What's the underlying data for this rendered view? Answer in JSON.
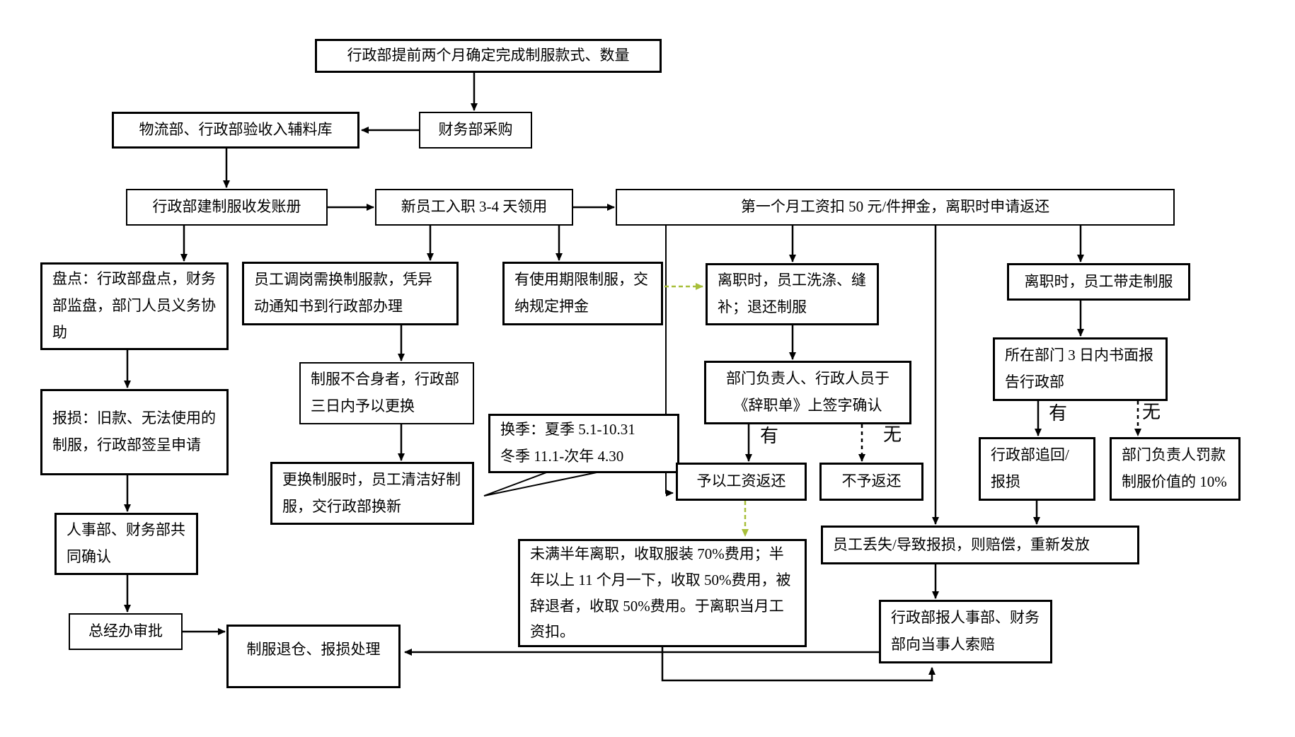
{
  "diagram": {
    "title_hint": "制服管理流程图",
    "colors": {
      "line": "#000000",
      "accent_dashed_arrow": "#a8bf3a",
      "box_border": "#000000",
      "background": "#ffffff"
    },
    "nodes": {
      "confirm_style": {
        "text": "行政部提前两个月确定完成制服款式、数量"
      },
      "receive_warehouse": {
        "text": "物流部、行政部验收入辅料库"
      },
      "purchase": {
        "text": "财务部采购"
      },
      "ledger": {
        "text": "行政部建制服收发账册"
      },
      "new_employee": {
        "text": "新员工入职 3-4 天领用"
      },
      "deposit": {
        "text": "第一个月工资扣 50 元/件押金，离职时申请返还"
      },
      "inventory": {
        "text": "盘点：行政部盘点，财务部监盘，部门人员义务协助"
      },
      "damage_report": {
        "text": "报损：旧款、无法使用的制服，行政部签呈申请"
      },
      "hr_finance_confirm": {
        "text": "人事部、财务部共同确认"
      },
      "gm_approve": {
        "text": "总经办审批"
      },
      "uniform_return": {
        "text": "制服退仓、报损处理"
      },
      "transfer": {
        "text": "员工调岗需换制服款，凭异动通知书到行政部办理"
      },
      "unfit": {
        "text": "制服不合身者，行政部三日内予以更换"
      },
      "clean_exchange": {
        "text": "更换制服时，员工清洁好制服，交行政部换新"
      },
      "season_callout": {
        "line1": "换季：夏季 5.1-10.31",
        "line2": "冬季 11.1-次年 4.30"
      },
      "limited_term": {
        "text": "有使用期限制服，交纳规定押金"
      },
      "resign_wash": {
        "text": "离职时，员工洗涤、缝补；退还制服"
      },
      "sign_confirm": {
        "text": "部门负责人、行政人员于《辞职单》上签字确认"
      },
      "wage_return": {
        "text": "予以工资返还"
      },
      "no_return": {
        "text": "不予返还"
      },
      "fee_rules": {
        "text": "未满半年离职，收取服装 70%费用；半年以上 11 个月一下，收取 50%费用，被辞退者，收取 50%费用。于离职当月工资扣。"
      },
      "take_away": {
        "text": "离职时，员工带走制服"
      },
      "report_3days": {
        "text": "所在部门 3 日内书面报告行政部"
      },
      "admin_recover": {
        "text": "行政部追回/报损"
      },
      "dept_fine": {
        "text": "部门负责人罚款制服价值的 10%"
      },
      "lost_compensate": {
        "text": "员工丢失/导致报损，则赔偿，重新发放"
      },
      "claim": {
        "text": "行政部报人事部、财务部向当事人索赔"
      }
    },
    "labels": {
      "resign_yes": "有",
      "resign_no": "无",
      "report_yes": "有",
      "report_no": "无"
    }
  }
}
